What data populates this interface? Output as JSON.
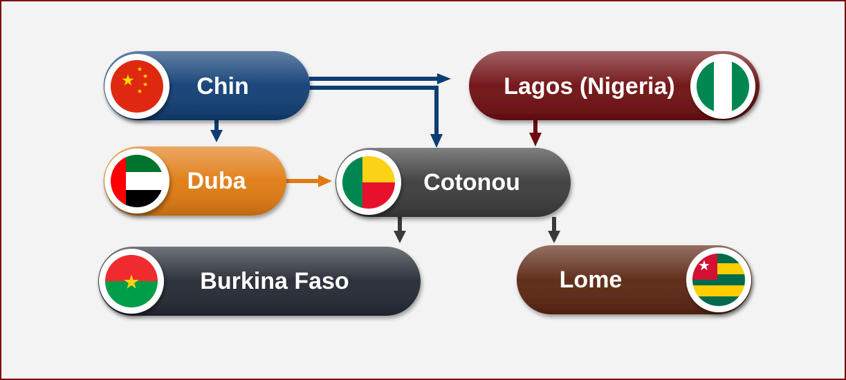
{
  "diagram": {
    "nodes": [
      {
        "id": "china",
        "label": "Chin",
        "flag": "china-flag-icon",
        "color": "#0e3d74"
      },
      {
        "id": "lagos",
        "label": "Lagos (Nigeria)",
        "flag": "nigeria-flag-icon",
        "color": "#6e0d10"
      },
      {
        "id": "dubai",
        "label": "Duba",
        "flag": "uae-flag-icon",
        "color": "#e07a12"
      },
      {
        "id": "cotonou",
        "label": "Cotonou",
        "flag": "benin-flag-icon",
        "color": "#3a3a3a"
      },
      {
        "id": "burkina",
        "label": "Burkina Faso",
        "flag": "burkina-faso-flag-icon",
        "color": "#222831"
      },
      {
        "id": "lome",
        "label": "Lome",
        "flag": "togo-flag-icon",
        "color": "#5a2410"
      }
    ],
    "edges": [
      {
        "from": "china",
        "to": "lagos",
        "color": "#0e3d74"
      },
      {
        "from": "china",
        "to": "cotonou",
        "color": "#0e3d74"
      },
      {
        "from": "china",
        "to": "dubai",
        "color": "#0e3d74"
      },
      {
        "from": "lagos",
        "to": "cotonou",
        "color": "#6e0d10"
      },
      {
        "from": "dubai",
        "to": "cotonou",
        "color": "#e07a12"
      },
      {
        "from": "cotonou",
        "to": "burkina",
        "color": "#3a3a3a"
      },
      {
        "from": "cotonou",
        "to": "lome",
        "color": "#3a3a3a"
      }
    ]
  }
}
